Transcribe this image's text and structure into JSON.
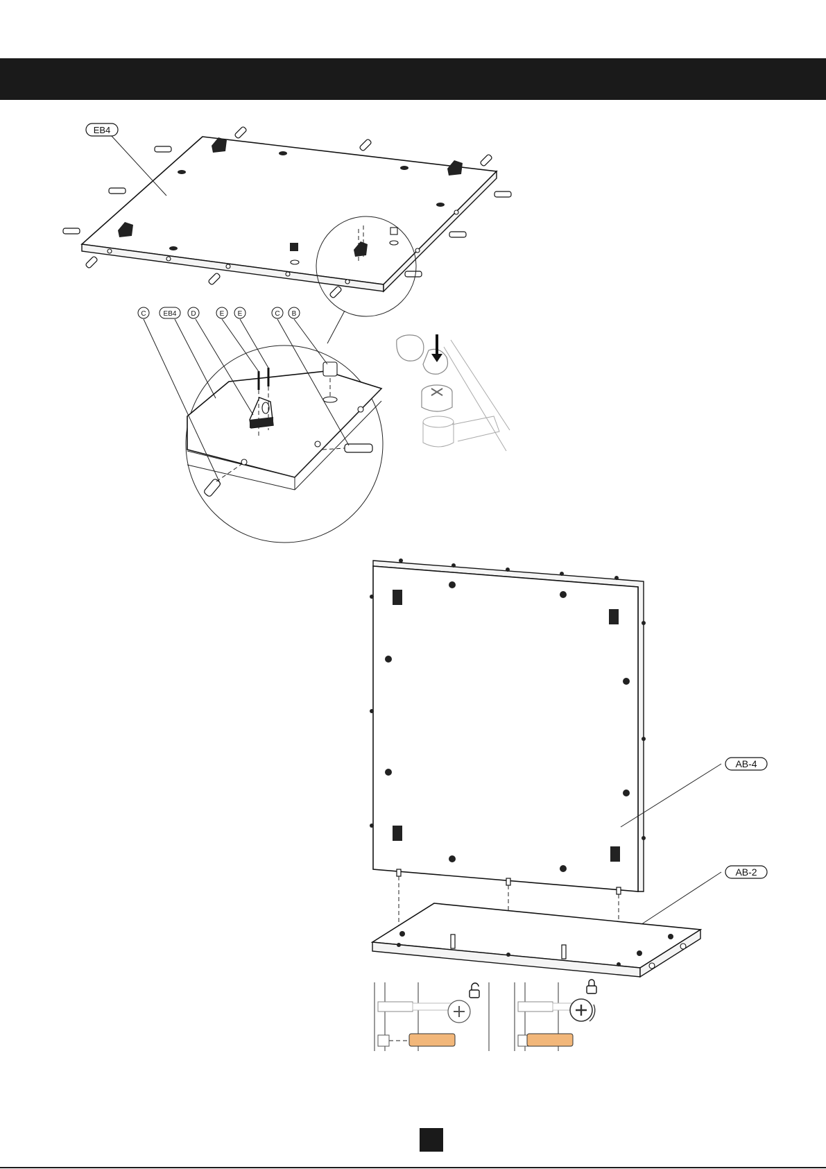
{
  "callouts": {
    "top_panel": "EB4",
    "detail_c_left": "C",
    "detail_eb4": "EB4",
    "detail_d": "D",
    "detail_e1": "E",
    "detail_e2": "E",
    "detail_c_right": "C",
    "detail_b": "B",
    "back_panel": "AB-4",
    "bottom_panel": "AB-2"
  },
  "icons": {
    "unlock": "unlock-icon",
    "lock": "lock-icon"
  },
  "colors": {
    "header_bar": "#1a1a1a",
    "dowel_wood": "#f2b77a"
  }
}
